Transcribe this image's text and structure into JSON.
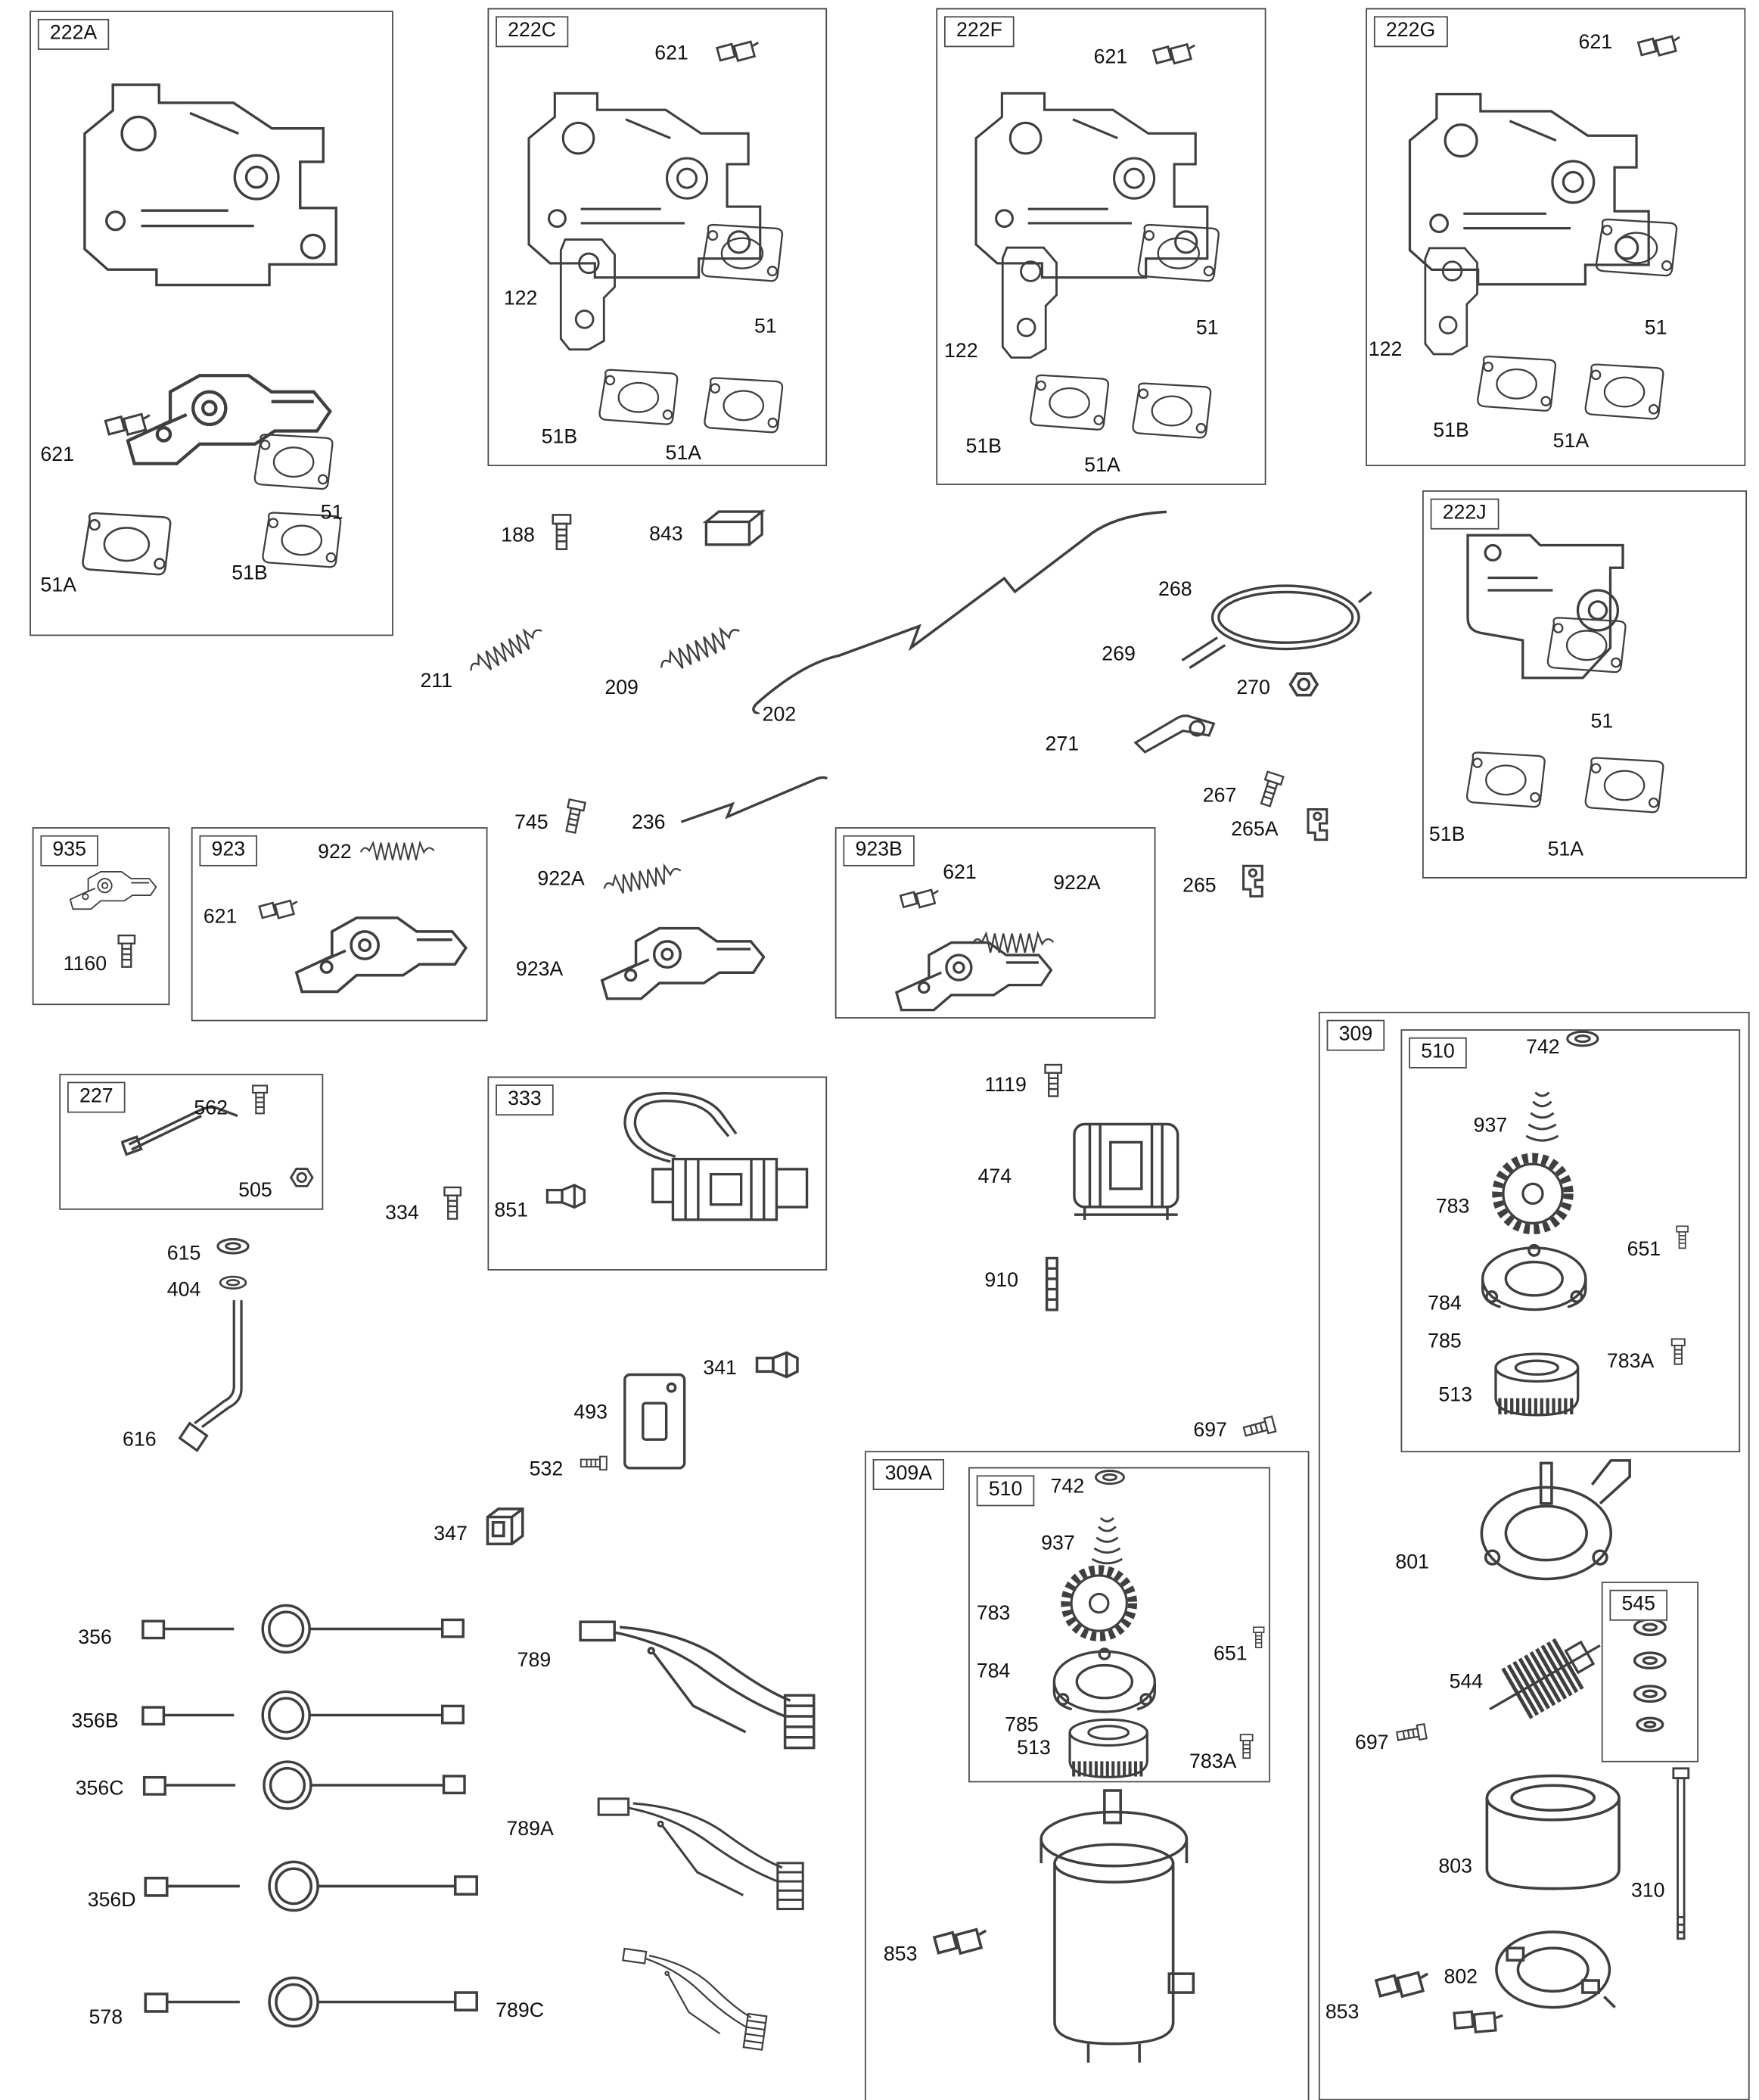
{
  "groups": {
    "222A": {
      "label": "222A",
      "parts": [
        "621",
        "51",
        "51A",
        "51B"
      ]
    },
    "222C": {
      "label": "222C",
      "parts": [
        "621",
        "122",
        "51",
        "51B",
        "51A"
      ]
    },
    "222F": {
      "label": "222F",
      "parts": [
        "621",
        "122",
        "51",
        "51B",
        "51A"
      ]
    },
    "222G": {
      "label": "222G",
      "parts": [
        "621",
        "122",
        "51",
        "51B",
        "51A"
      ]
    },
    "222J": {
      "label": "222J",
      "parts": [
        "51",
        "51B",
        "51A"
      ]
    },
    "935": {
      "label": "935",
      "parts": [
        "1160"
      ]
    },
    "923": {
      "label": "923",
      "parts": [
        "922",
        "621"
      ]
    },
    "923B": {
      "label": "923B",
      "parts": [
        "621",
        "922A"
      ]
    },
    "227": {
      "label": "227",
      "parts": [
        "562",
        "505"
      ]
    },
    "333": {
      "label": "333",
      "parts": [
        "851"
      ]
    },
    "309": {
      "label": "309",
      "parts": [
        "801",
        "544",
        "697",
        "803",
        "310",
        "802",
        "853"
      ]
    },
    "510A": {
      "label": "510",
      "parts": [
        "742",
        "937",
        "783",
        "651",
        "784",
        "785",
        "783A",
        "513"
      ]
    },
    "545": {
      "label": "545"
    },
    "309A": {
      "label": "309A",
      "parts": [
        "853"
      ]
    },
    "510B": {
      "label": "510",
      "parts": [
        "742",
        "937",
        "783",
        "651",
        "784",
        "785",
        "783A",
        "513"
      ]
    }
  },
  "loose": [
    "188",
    "843",
    "211",
    "209",
    "202",
    "268",
    "269",
    "270",
    "271",
    "267",
    "265A",
    "265",
    "745",
    "236",
    "922A",
    "923A",
    "334",
    "1119",
    "474",
    "910",
    "615",
    "404",
    "616",
    "341",
    "493",
    "532",
    "347",
    "697",
    "356",
    "356B",
    "356C",
    "356D",
    "578",
    "789",
    "789A",
    "789C"
  ]
}
